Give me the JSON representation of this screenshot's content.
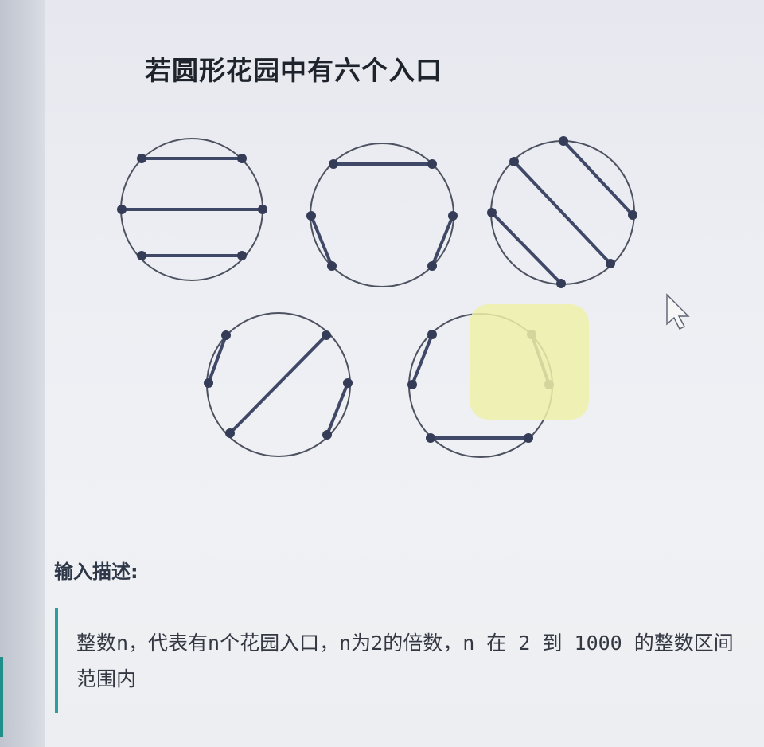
{
  "figure": {
    "title": "若圆形花园中有六个入口"
  },
  "input_description": {
    "heading": "输入描述:",
    "text": "整数n，代表有n个花园入口，n为2的倍数，n 在 2 到 1000 的整数区间范围内"
  },
  "icons": {
    "cursor": "mouse-pointer-icon"
  },
  "colors": {
    "accent_bar": "#2e9e9b",
    "chord": "#3f4866",
    "glare": "#eef0a8"
  }
}
